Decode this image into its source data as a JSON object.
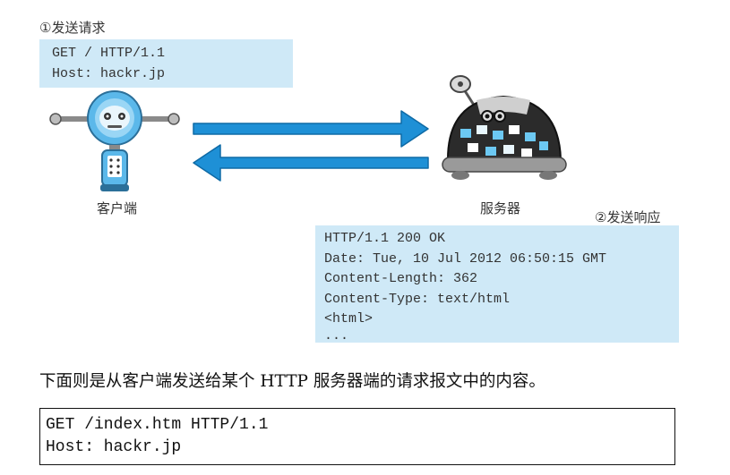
{
  "request": {
    "step_label": "①发送请求",
    "lines": [
      "GET / HTTP/1.1",
      "Host: hackr.jp"
    ]
  },
  "client": {
    "label": "客户端",
    "icon": "client-robot-icon"
  },
  "server": {
    "label": "服务器",
    "icon": "server-robot-icon"
  },
  "response": {
    "step_label": "②发送响应",
    "lines": [
      "HTTP/1.1 200 OK",
      "Date: Tue, 10 Jul 2012 06:50:15 GMT",
      "Content-Length: 362",
      "Content-Type: text/html",
      "<html>",
      "..."
    ]
  },
  "caption": "下面则是从客户端发送给某个 HTTP 服务器端的请求报文中的内容。",
  "code": {
    "lines": [
      "GET /index.htm HTTP/1.1",
      "Host: hackr.jp"
    ]
  },
  "colors": {
    "box_bg": "#cfe9f7",
    "arrow": "#1e90d6",
    "client_body": "#5bb8ea",
    "server_shell": "#2b2b2b"
  }
}
